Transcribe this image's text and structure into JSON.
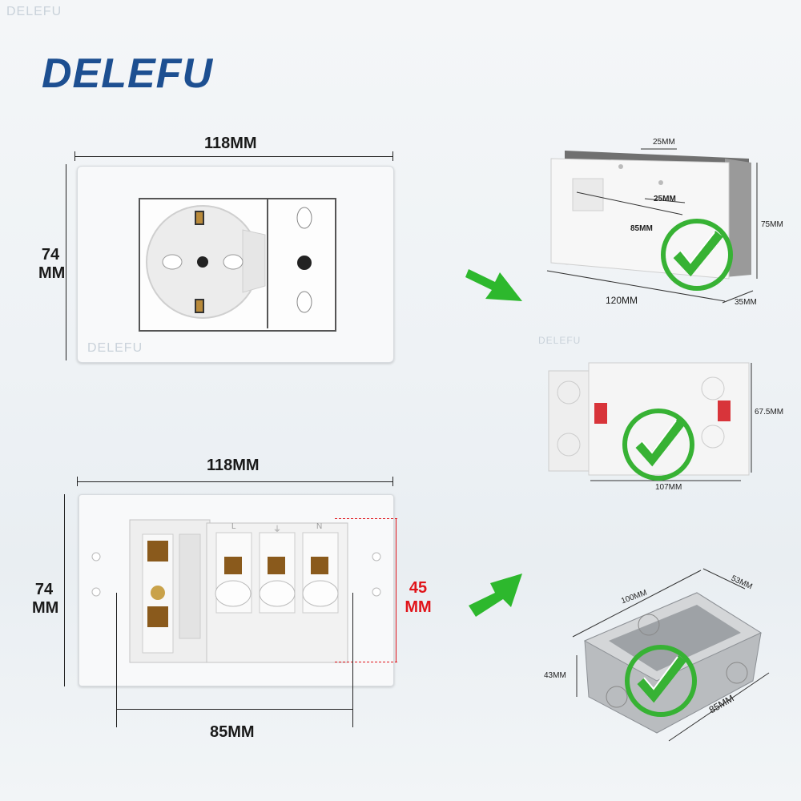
{
  "brand": {
    "logo_text": "DELEFU",
    "watermark": "DELEFU"
  },
  "top_socket": {
    "width_label": "118MM",
    "height_label_line1": "74",
    "height_label_line2": "MM"
  },
  "bottom_socket": {
    "width_label": "118MM",
    "height_label_line1": "74",
    "height_label_line2": "MM",
    "inner_height_line1": "45",
    "inner_height_line2": "MM",
    "inner_width_label": "85MM",
    "terminal_labels": [
      "L",
      "⏚",
      "N"
    ]
  },
  "box1": {
    "top_slot": "25MM",
    "inner_slot": "25MM",
    "inner_width": "85MM",
    "width": "120MM",
    "height": "75MM",
    "depth": "35MM"
  },
  "box2": {
    "height": "67.5MM",
    "width": "107MM"
  },
  "box3": {
    "width": "100MM",
    "depth": "53MM",
    "height": "43MM",
    "length": "85MM"
  },
  "colors": {
    "brand_blue": "#1d4f91",
    "arrow_green": "#2db82d",
    "check_green": "#37b234",
    "measure_red": "#e0141a"
  },
  "icons": [
    "arrow-icon",
    "check-icon"
  ]
}
